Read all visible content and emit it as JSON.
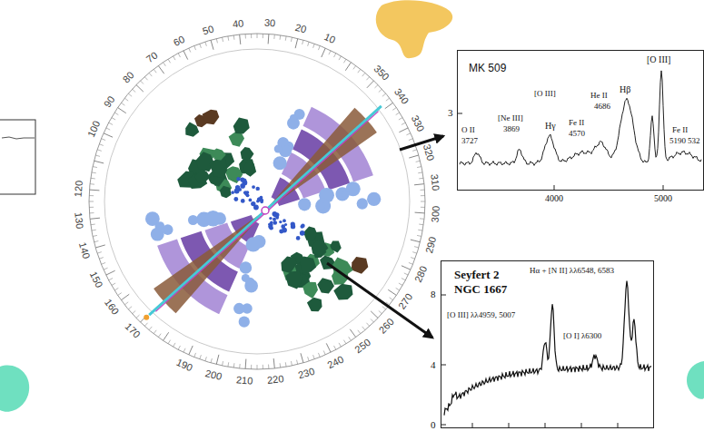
{
  "diagram": {
    "nodes": [
      {
        "text": [
          "MK 509"
        ]
      },
      {
        "text": [
          "Seyfert 2 NGC 1667"
        ]
      }
    ],
    "labels": [
      "10",
      "20",
      "30",
      "40",
      "50",
      "60",
      "70",
      "80",
      "90",
      "100",
      "120",
      "130",
      "140",
      "150",
      "160",
      "170",
      "190",
      "200",
      "210",
      "220",
      "230",
      "240",
      "250",
      "260",
      "270",
      "280",
      "290",
      "300",
      "310",
      "320",
      "330",
      "340",
      "350",
      "[O III]",
      "Hβ",
      "[O III]",
      "He II",
      "4686",
      "O II",
      "3727",
      "[Ne III]",
      "3869",
      "Hγ",
      "Fe II",
      "4570",
      "Fe II",
      "5190",
      "532",
      "4000",
      "5000",
      "3",
      "Hα + [N II] λλ6548, 6583",
      "[O III] λλ4959, 5007",
      "[O I] λ6300",
      "8",
      "4",
      "0"
    ]
  }
}
